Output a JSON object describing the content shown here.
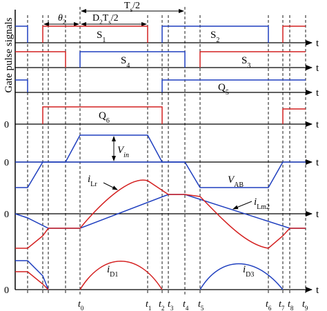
{
  "y_axis_title": "Gate pulse signals",
  "axis_time_label": "t",
  "zero_label": "0",
  "colors": {
    "primary": "#1f3fbf",
    "secondary": "#d42020",
    "axis": "#000000"
  },
  "dimensions": {
    "theta": {
      "main": "θ",
      "sub": "2"
    },
    "d2ts": {
      "main": "D",
      "sub1": "2",
      "mid": "T",
      "sub2": "s",
      "tail": "/2"
    },
    "ts": {
      "main": "T",
      "sub": "s",
      "tail": "/2"
    }
  },
  "signals": {
    "s1": {
      "main": "S",
      "sub": "1"
    },
    "s2": {
      "main": "S",
      "sub": "2"
    },
    "s3": {
      "main": "S",
      "sub": "3"
    },
    "s4": {
      "main": "S",
      "sub": "4"
    },
    "q5": {
      "main": "Q",
      "sub": "5"
    },
    "q6": {
      "main": "Q",
      "sub": "6"
    }
  },
  "waveforms": {
    "vin": {
      "main": "V",
      "sub": "in"
    },
    "vab": {
      "main": "V",
      "sub": "AB"
    },
    "ilr": {
      "main": "i",
      "sub": "Lr"
    },
    "ilm2": {
      "main": "i",
      "sub": "Lm2"
    },
    "id1": {
      "main": "i",
      "sub": "D1"
    },
    "id3": {
      "main": "i",
      "sub": "D3"
    }
  },
  "time_instants": [
    {
      "main": "t",
      "sub": "0"
    },
    {
      "main": "t",
      "sub": "1"
    },
    {
      "main": "t",
      "sub": "2"
    },
    {
      "main": "t",
      "sub": "3"
    },
    {
      "main": "t",
      "sub": "4"
    },
    {
      "main": "t",
      "sub": "5"
    },
    {
      "main": "t",
      "sub": "6"
    },
    {
      "main": "t",
      "sub": "7"
    },
    {
      "main": "t",
      "sub": "8"
    },
    {
      "main": "t",
      "sub": "9"
    }
  ]
}
